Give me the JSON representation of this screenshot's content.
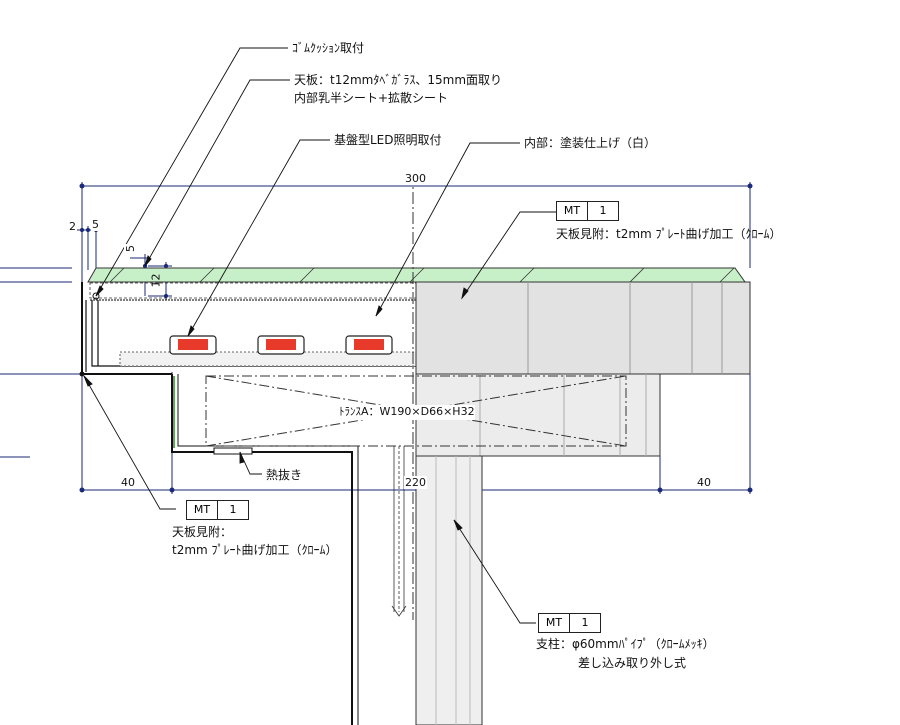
{
  "labels": {
    "rubber": "ｺﾞﾑｸｯｼｮﾝ取付",
    "top_glass_1": "天板：t12mmﾀﾍﾞｶﾞﾗｽ、15mm面取り",
    "top_glass_2": "内部乳半シート+拡散シート",
    "led": "基盤型LED照明取付",
    "interior": "内部：塗装仕上げ（白）",
    "edge_right": "天板見附：t2mm ﾌﾟﾚｰﾄ曲げ加工（ｸﾛｰﾑ）",
    "trans": "ﾄﾗﾝｽA：W190×D66×H32",
    "vent": "熱抜き",
    "edge_left_1": "天板見附：",
    "edge_left_2": "t2mm ﾌﾟﾚｰﾄ曲げ加工（ｸﾛｰﾑ）",
    "post_1": "支柱：φ60mmﾊﾟｲﾌﾟ（ｸﾛｰﾑﾒｯｷ）",
    "post_2": "差し込み取り外し式"
  },
  "tags": {
    "code": "MT",
    "num": "1"
  },
  "dims": {
    "total": "300",
    "left": "40",
    "middle": "220",
    "right": "40",
    "d2": "2",
    "d5a": "5",
    "d5b": "5",
    "d12": "12"
  },
  "colors": {
    "glass": "#c8f0c8",
    "led_red": "#e83a2a",
    "gray_box": "#e2e2e2",
    "dim_blue": "#1a2a7a"
  }
}
